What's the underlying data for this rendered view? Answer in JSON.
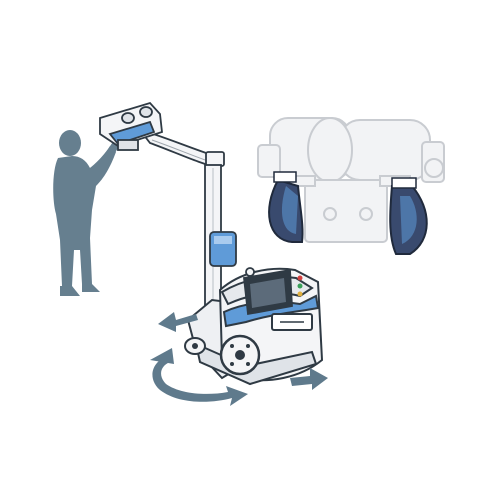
{
  "scene": {
    "subject": "mobile-xray-unit",
    "colors": {
      "silhouette": "#667f8f",
      "outline": "#2f3a44",
      "accent_blue": "#5f9bd8",
      "handle_navy": "#394a6e",
      "ghost_gray": "#c9ccd1",
      "motion_arrow": "#5f7a8c",
      "body_white": "#f4f5f7"
    },
    "icons": [
      "operator-silhouette",
      "xray-tube-head",
      "articulated-arm",
      "mobile-cart",
      "control-screen",
      "wheel",
      "rotate-arrow",
      "move-arrow",
      "tube-head-detail",
      "grip-handle"
    ]
  }
}
